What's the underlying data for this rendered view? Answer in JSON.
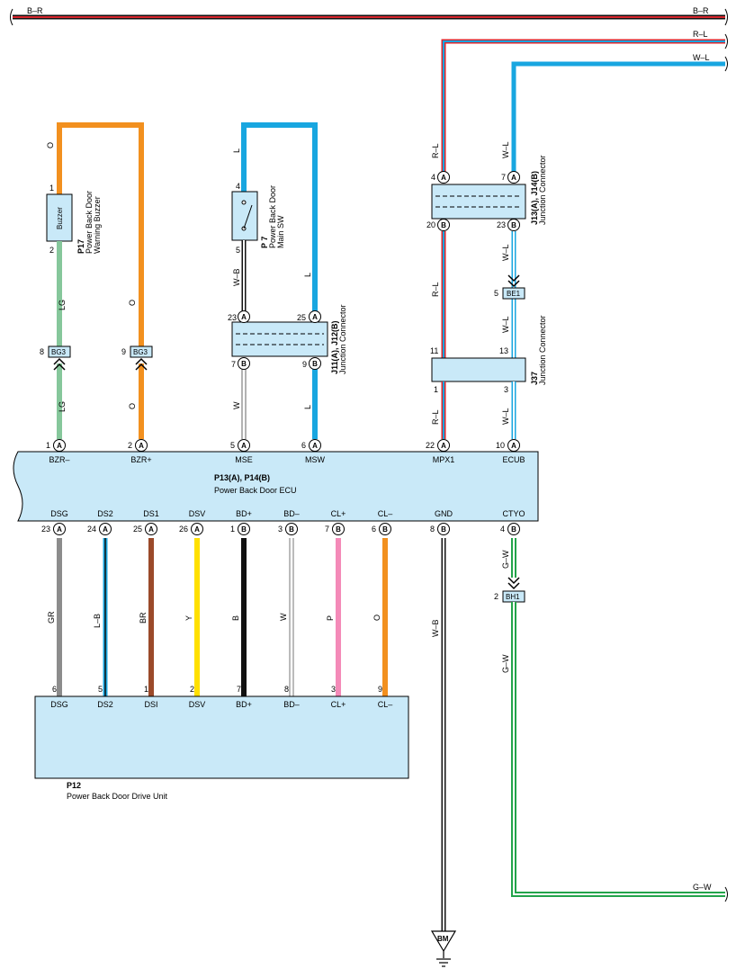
{
  "colors": {
    "B": "#111111",
    "R": "#d9272e",
    "W": "#ffffff",
    "L": "#18a6e0",
    "O": "#f2901f",
    "LG": "#86c79b",
    "GR": "#8c8c8c",
    "BR": "#9b4a2a",
    "Y": "#ffe000",
    "P": "#f48ab8",
    "G": "#22a44a",
    "ecu_fill": "#c9e9f8",
    "outline": "#000000"
  },
  "wire_codes": {
    "top_BR": "B–R",
    "top_RL": "R–L",
    "top_WL": "W–L",
    "p17_top": "O",
    "p17_bot": "LG",
    "p17_mid": "LG",
    "bzrp_top": "O",
    "bzrp_mid": "O",
    "p7_top": "L",
    "p7_bot": "W–B",
    "mse_low": "W",
    "msw_mid": "L",
    "msw_low": "L",
    "mpx_top": "R–L",
    "mpx_mid": "R–L",
    "mpx_low": "R–L",
    "ecub_top": "W–L",
    "ecub_mid": "W–L",
    "ecub_mid2": "W–L",
    "ecub_low": "W–L",
    "dsg": "GR",
    "ds2": "L–B",
    "ds1": "BR",
    "dsv": "Y",
    "bdp": "B",
    "bdm": "W",
    "clp": "P",
    "clm": "O",
    "gnd": "W–B",
    "ctyo_top": "G–W",
    "ctyo_low": "G–W",
    "bottom_GW": "G–W"
  },
  "components": {
    "p17": {
      "code": "P17",
      "name1": "Power Back Door",
      "name2": "Warning Buzzer",
      "box_label": "Buzzer"
    },
    "p7": {
      "code": "P 7",
      "name1": "Power Back Door",
      "name2": "Main SW"
    },
    "j11": {
      "code": "J11(A), J12(B)",
      "name": "Junction Connector"
    },
    "j13": {
      "code": "J13(A), J14(B)",
      "name": "Junction Connector"
    },
    "j37": {
      "code": "J37",
      "name": "Junction Connector"
    },
    "ecu": {
      "code": "P13(A), P14(B)",
      "name": "Power Back Door ECU"
    },
    "p12": {
      "code": "P12",
      "name": "Power Back Door Drive Unit"
    },
    "ground": {
      "label": "BM"
    }
  },
  "connectors": {
    "bg3_a": {
      "label": "BG3",
      "pin": "8"
    },
    "bg3_b": {
      "label": "BG3",
      "pin": "9"
    },
    "be1": {
      "label": "BE1",
      "pin": "5"
    },
    "bh1": {
      "label": "BH1",
      "pin": "2"
    }
  },
  "pins": {
    "p17_top": "1",
    "p17_bot": "2",
    "p7_top": "4",
    "p7_bot": "5",
    "j11_23": "23",
    "j11_25": "25",
    "j11_7": "7",
    "j11_9": "9",
    "j13_4": "4",
    "j13_7": "7",
    "j13_20": "20",
    "j13_23": "23",
    "j37_11": "11",
    "j37_13": "13",
    "j37_1": "1",
    "j37_3": "3",
    "ecu_top": [
      "1",
      "2",
      "5",
      "6",
      "22",
      "10"
    ],
    "ecu_top_names": [
      "BZR–",
      "BZR+",
      "MSE",
      "MSW",
      "MPX1",
      "ECUB"
    ],
    "ecu_top_letters": [
      "A",
      "A",
      "A",
      "A",
      "A",
      "A"
    ],
    "ecu_bot": [
      "23",
      "24",
      "25",
      "26",
      "1",
      "3",
      "7",
      "6",
      "8",
      "4"
    ],
    "ecu_bot_names": [
      "DSG",
      "DS2",
      "DS1",
      "DSV",
      "BD+",
      "BD–",
      "CL+",
      "CL–",
      "GND",
      "CTYO"
    ],
    "ecu_bot_letters": [
      "A",
      "A",
      "A",
      "A",
      "B",
      "B",
      "B",
      "B",
      "B",
      "B"
    ],
    "p12_top": [
      "6",
      "5",
      "1",
      "2",
      "7",
      "8",
      "3",
      "9"
    ],
    "p12_names": [
      "DSG",
      "DS2",
      "DSI",
      "DSV",
      "BD+",
      "BD–",
      "CL+",
      "CL–"
    ]
  },
  "letters": {
    "j11_23": "A",
    "j11_25": "A",
    "j11_7": "B",
    "j11_9": "B",
    "j13_4": "A",
    "j13_7": "A",
    "j13_20": "B",
    "j13_23": "B"
  }
}
